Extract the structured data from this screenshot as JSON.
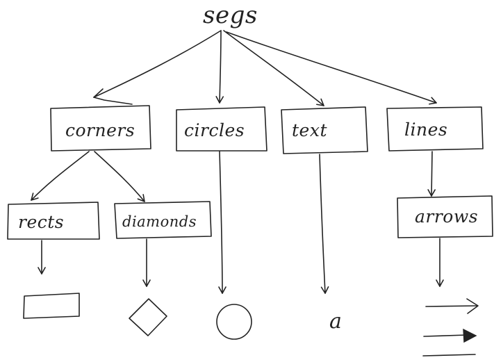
{
  "diagram": {
    "root": {
      "label": "segs"
    },
    "level1": [
      {
        "id": "corners",
        "label": "corners"
      },
      {
        "id": "circles",
        "label": "circles"
      },
      {
        "id": "text",
        "label": "text"
      },
      {
        "id": "lines",
        "label": "lines"
      }
    ],
    "level2": [
      {
        "id": "rects",
        "label": "rects",
        "parent": "corners"
      },
      {
        "id": "diamonds",
        "label": "diamonds",
        "parent": "corners"
      },
      {
        "id": "arrows",
        "label": "arrows",
        "parent": "lines"
      }
    ],
    "leaves": [
      {
        "id": "rect-shape",
        "shape": "rectangle",
        "parent": "rects"
      },
      {
        "id": "diamond-shape",
        "shape": "diamond",
        "parent": "diamonds"
      },
      {
        "id": "circle-shape",
        "shape": "circle",
        "parent": "circles"
      },
      {
        "id": "text-glyph",
        "shape": "glyph",
        "label": "a",
        "parent": "text"
      },
      {
        "id": "arrow-shapes",
        "shape": "arrows",
        "parent": "arrows"
      }
    ],
    "ink_color": "#222222",
    "paper_color": "#ffffff"
  }
}
